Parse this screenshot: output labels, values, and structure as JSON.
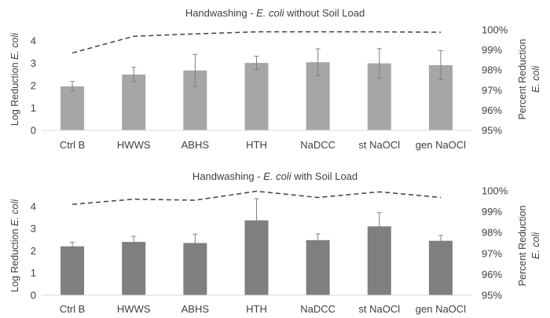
{
  "chart_data": [
    {
      "type": "bar",
      "title_prefix": "Handwashing - ",
      "title_organism": "E. coli",
      "title_suffix": " without Soil Load",
      "categories": [
        "Ctrl B",
        "HWWS",
        "ABHS",
        "HTH",
        "NaDCC",
        "st NaOCl",
        "gen NaOCl"
      ],
      "bar_color": "#a6a6a6",
      "series": [
        {
          "axis": "left",
          "values": [
            1.97,
            2.5,
            2.68,
            3.02,
            3.05,
            3.0,
            2.92
          ],
          "error": [
            0.22,
            0.32,
            0.72,
            0.3,
            0.6,
            0.66,
            0.65
          ]
        },
        {
          "axis": "right",
          "style": "dashed-line",
          "color": "#404040",
          "values": [
            98.85,
            99.68,
            99.8,
            99.9,
            99.9,
            99.9,
            99.88
          ]
        }
      ],
      "ylabel_prefix": "Log Reduction ",
      "ylabel_organism": "E. coli",
      "ylim": [
        0,
        4.5
      ],
      "yticks": [
        "0",
        "1",
        "2",
        "3",
        "4"
      ],
      "y2label_line1": "Percent Reduction",
      "y2label_line2": "E. coli",
      "y2lim": [
        95,
        100
      ],
      "y2ticks": [
        "95%",
        "96%",
        "97%",
        "98%",
        "99%",
        "100%"
      ],
      "grid": false,
      "legend": "none"
    },
    {
      "type": "bar",
      "title_prefix": "Handwashing - ",
      "title_organism": "E. coli",
      "title_suffix": " with Soil Load",
      "categories": [
        "Ctrl B",
        "HWWS",
        "ABHS",
        "HTH",
        "NaDCC",
        "st NaOCl",
        "gen NaOCl"
      ],
      "bar_color": "#7f7f7f",
      "series": [
        {
          "axis": "left",
          "values": [
            2.2,
            2.4,
            2.35,
            3.37,
            2.48,
            3.1,
            2.45
          ],
          "error": [
            0.18,
            0.25,
            0.4,
            0.97,
            0.28,
            0.62,
            0.24
          ]
        },
        {
          "axis": "right",
          "style": "dashed-line",
          "color": "#404040",
          "values": [
            99.35,
            99.6,
            99.55,
            99.98,
            99.68,
            99.95,
            99.68
          ]
        }
      ],
      "ylabel_prefix": "Log Reduction ",
      "ylabel_organism": "E. coli",
      "ylim": [
        0,
        4.7
      ],
      "yticks": [
        "0",
        "1",
        "2",
        "3",
        "4"
      ],
      "y2label_line1": "Percent Reduction",
      "y2label_line2": "E. coli",
      "y2lim": [
        95,
        100
      ],
      "y2ticks": [
        "95%",
        "96%",
        "97%",
        "98%",
        "99%",
        "100%"
      ],
      "grid": false,
      "legend": "none"
    }
  ]
}
